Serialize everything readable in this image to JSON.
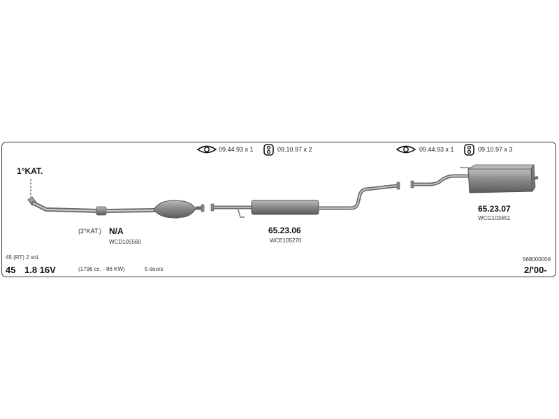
{
  "gasket_groups": [
    {
      "ring_code": "09.44.93 x 1",
      "hanger_code": "09.10.97 x 2"
    },
    {
      "ring_code": "09.44.93 x 1",
      "hanger_code": "09.10.97 x 3"
    }
  ],
  "front_pipe": {
    "cat_label": "1°KAT.",
    "second_cat": "(2°KAT.)",
    "part_number": "N/A",
    "ref_code": "WCD105560"
  },
  "middle_silencer": {
    "part_number": "65.23.06",
    "ref_code": "WCE105270"
  },
  "rear_silencer": {
    "part_number": "65.23.07",
    "ref_code": "WCG103451"
  },
  "vehicle": {
    "body": "45 (RT) 2 vol.",
    "model": "45",
    "engine": "1.8 16V",
    "spec": "(1796 cc. - 86 KW)",
    "doors": "5 doors",
    "catalog_no": "568000009",
    "date": "2/'00-"
  },
  "colors": {
    "pipe": "#9a9a9a",
    "pipe_dark": "#5e5e5e",
    "frame": "#3a3a3a"
  }
}
